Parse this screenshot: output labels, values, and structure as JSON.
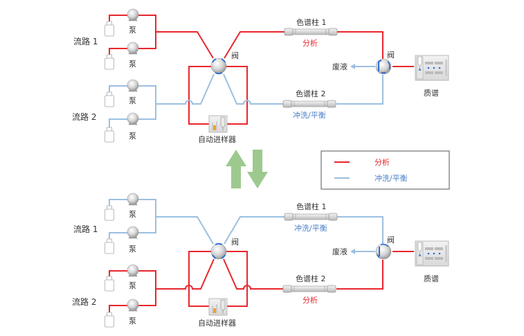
{
  "diagram": {
    "colors": {
      "analysis": "#e8262d",
      "flush": "#9cbfe0",
      "flush_text": "#4a7fc8",
      "arrow": "#8cc07a"
    },
    "top": {
      "flowpath1_label": "流路 1",
      "flowpath2_label": "流路 2",
      "pump_label": "泵",
      "valve_label": "阀",
      "autosampler_label": "自动进样器",
      "column1_label": "色谱柱 1",
      "column1_mode": "分析",
      "column2_label": "色谱柱 2",
      "column2_mode": "冲洗/平衡",
      "waste_label": "废液",
      "ms_label": "质谱"
    },
    "bottom": {
      "flowpath1_label": "流路 1",
      "flowpath2_label": "流路 2",
      "pump_label": "泵",
      "valve_label": "阀",
      "autosampler_label": "自动进样器",
      "column1_label": "色谱柱 1",
      "column1_mode": "冲洗/平衡",
      "column2_label": "色谱柱 2",
      "column2_mode": "分析",
      "waste_label": "废液",
      "ms_label": "质谱"
    },
    "legend": {
      "items": [
        {
          "label": "分析",
          "color": "#e8262d"
        },
        {
          "label": "冲洗/平衡",
          "color": "#9cbfe0"
        }
      ]
    }
  }
}
